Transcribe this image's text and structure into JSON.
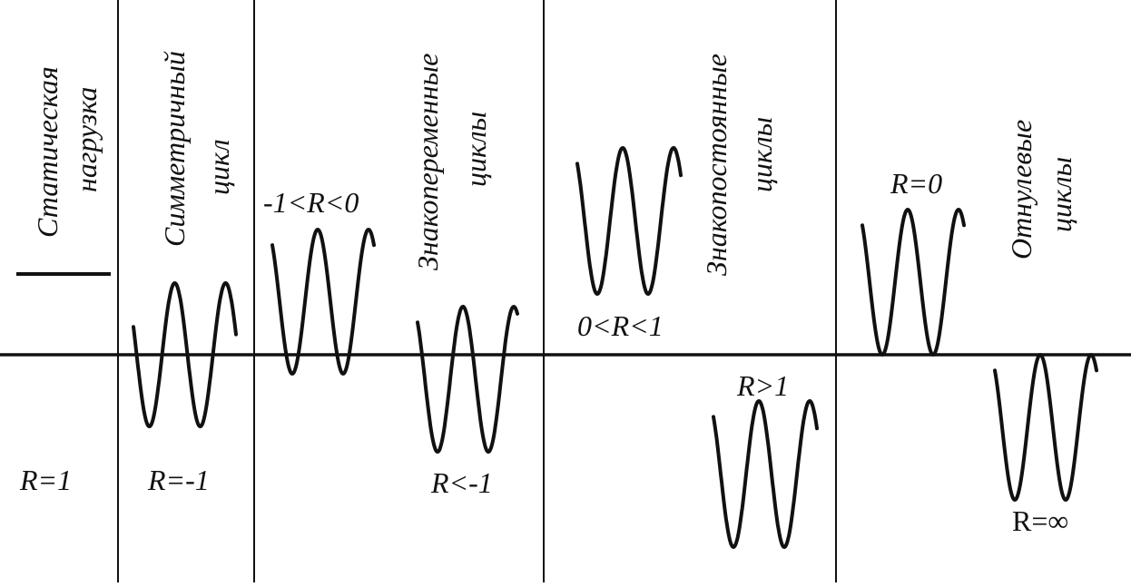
{
  "headers": {
    "static": [
      "Статическая",
      "нагрузка"
    ],
    "symmetric": [
      "Симметричный",
      "цикл"
    ],
    "alternating": [
      "Знакопеременные",
      "циклы"
    ],
    "constant_sign": [
      "Знакопостоянные",
      "циклы"
    ],
    "zero_to_max": [
      "Отнулевые",
      "циклы"
    ]
  },
  "labels": {
    "r_static": "R=1",
    "r_symmetric": "R=-1",
    "r_alt_upper": "-1<R<0",
    "r_alt_lower": "R<-1",
    "r_const_upper": "0<R<1",
    "r_const_lower": "R>1",
    "r_zero_upper": "R=0",
    "r_zero_lower": "R=∞"
  },
  "style": {
    "line_color": "#111111",
    "background": "#ffffff"
  }
}
